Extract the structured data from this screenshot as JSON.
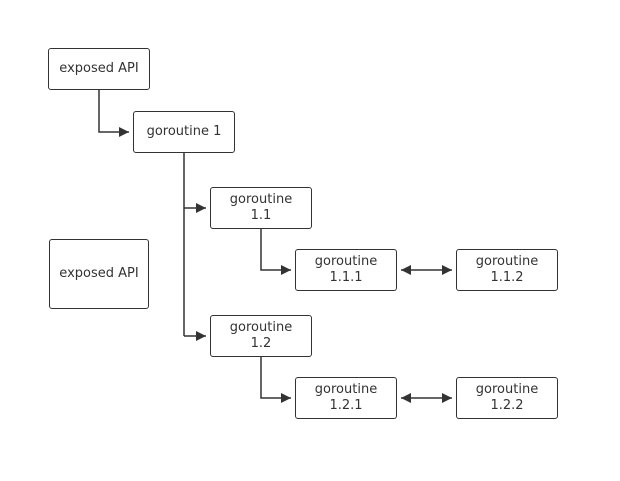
{
  "nodes": {
    "api_top": {
      "label": "exposed API"
    },
    "api_bottom": {
      "label": "exposed API"
    },
    "g1": {
      "label": "goroutine 1"
    },
    "g1_1": {
      "label": "goroutine\n1.1"
    },
    "g1_2": {
      "label": "goroutine\n1.2"
    },
    "g1_1_1": {
      "label": "goroutine\n1.1.1"
    },
    "g1_1_2": {
      "label": "goroutine\n1.1.2"
    },
    "g1_2_1": {
      "label": "goroutine\n1.2.1"
    },
    "g1_2_2": {
      "label": "goroutine\n1.2.2"
    }
  },
  "edges": [
    {
      "from": "api_top",
      "to": "g1",
      "direction": "forward"
    },
    {
      "from": "g1",
      "to": "g1_1",
      "direction": "forward"
    },
    {
      "from": "g1",
      "to": "g1_2",
      "direction": "forward"
    },
    {
      "from": "g1_1",
      "to": "g1_1_1",
      "direction": "forward"
    },
    {
      "from": "g1_2",
      "to": "g1_2_1",
      "direction": "forward"
    },
    {
      "from": "g1_1_1",
      "to": "g1_1_2",
      "direction": "both"
    },
    {
      "from": "g1_2_1",
      "to": "g1_2_2",
      "direction": "both"
    }
  ],
  "colors": {
    "stroke": "#333333",
    "text": "#333333",
    "background": "#ffffff"
  }
}
